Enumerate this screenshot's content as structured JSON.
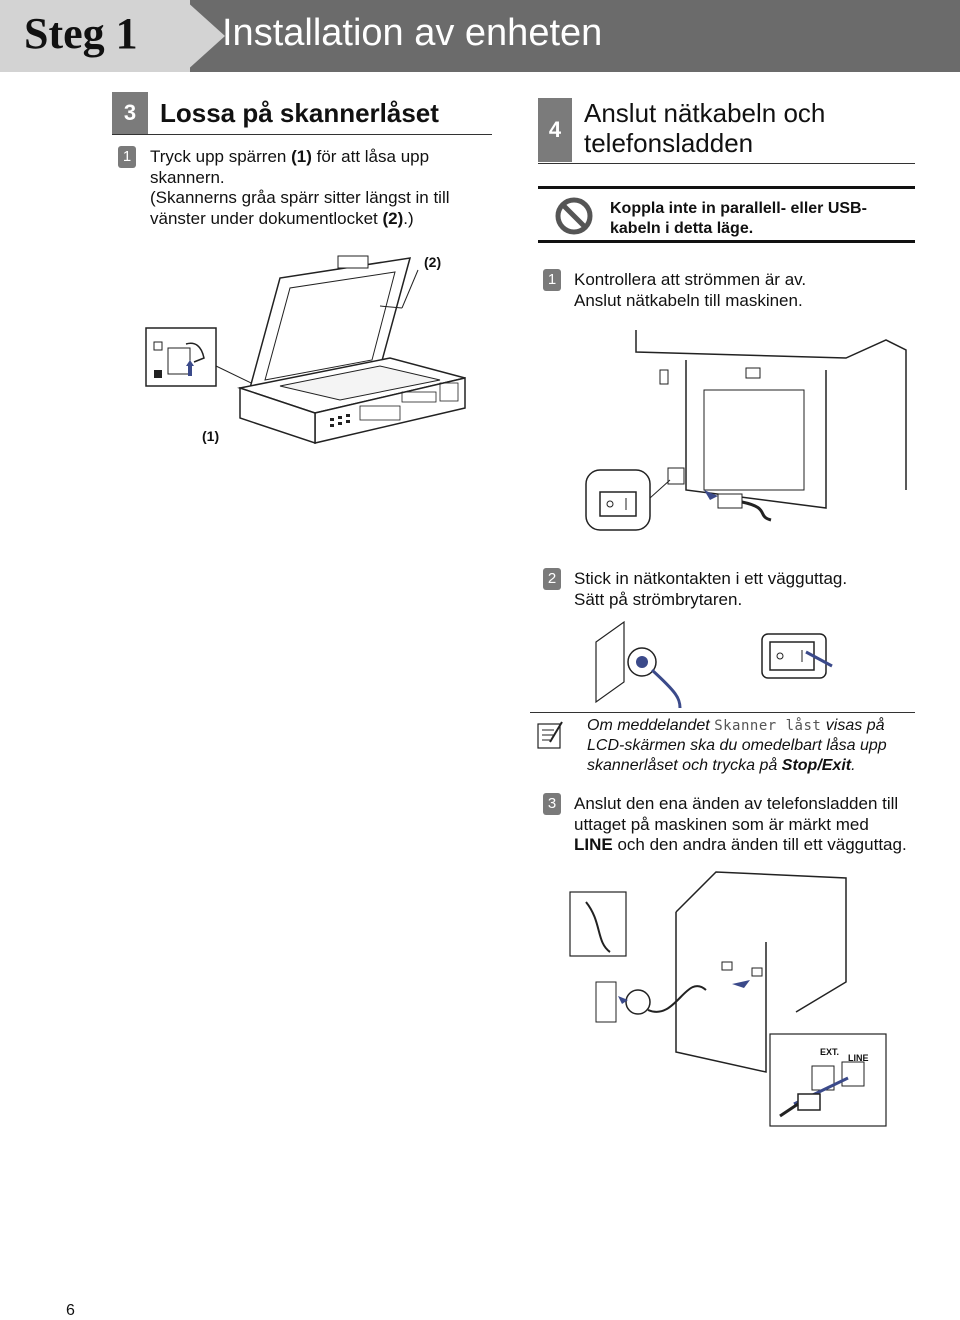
{
  "header": {
    "step_label": "Steg 1",
    "title": "Installation av enheten"
  },
  "section3": {
    "number": "3",
    "title": "Lossa på skannerlåset",
    "step1": {
      "marker": "1",
      "line1_a": "Tryck upp spärren ",
      "line1_b": "(1)",
      "line1_c": " för att låsa upp",
      "line2": "skannern.",
      "line3": "(Skannerns gråa spärr sitter längst in till",
      "line4_a": "vänster under dokumentlocket ",
      "line4_b": "(2)",
      "line4_c": ".)"
    },
    "callout_1": "(1)",
    "callout_2": "(2)"
  },
  "section4": {
    "number": "4",
    "title_line1": "Anslut nätkabeln och",
    "title_line2": "telefonsladden",
    "warning": "Koppla inte in parallell- eller USB-kabeln i detta läge.",
    "step1": {
      "marker": "1",
      "line1": "Kontrollera att strömmen är av.",
      "line2": "Anslut nätkabeln till maskinen."
    },
    "step2": {
      "marker": "2",
      "line1": "Stick in nätkontakten i ett vägguttag.",
      "line2": "Sätt på strömbrytaren."
    },
    "note": {
      "pre": "Om meddelandet ",
      "lcd_message": "Skanner låst",
      "mid": " visas på LCD-skärmen ska du omedelbart låsa upp skannerlåset och trycka på ",
      "key": "Stop/Exit",
      "end": "."
    },
    "step3": {
      "marker": "3",
      "line1": "Anslut den ena änden av telefonsladden till",
      "line2": "uttaget på maskinen som är märkt med",
      "line3_key": "LINE",
      "line3_rest": " och den andra änden till ett vägguttag."
    },
    "port_label_ext": "EXT.",
    "port_label_line": "LINE"
  },
  "footer": {
    "page_number": "6"
  },
  "colors": {
    "header_bg": "#6b6b6b",
    "step_bg": "#d3d3d3",
    "badge_bg": "#7b7b7b",
    "cable_blue": "#3b4a8a"
  }
}
